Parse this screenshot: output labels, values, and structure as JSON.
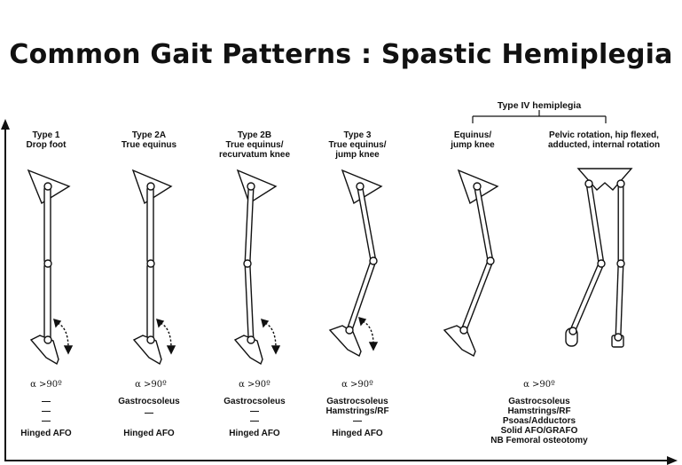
{
  "title": "Common Gait Patterns : Spastic Hemiplegia",
  "group_label": "Type IV hemiplegia",
  "columns": [
    {
      "header": [
        "Type 1",
        "Drop foot"
      ],
      "angle": "α >90º",
      "muscles": [
        "—",
        "—",
        "—"
      ],
      "orthosis": "Hinged AFO"
    },
    {
      "header": [
        "Type 2A",
        "True equinus"
      ],
      "angle": "α >90º",
      "muscles": [
        "Gastrocsoleus",
        "—"
      ],
      "orthosis": "Hinged AFO"
    },
    {
      "header": [
        "Type 2B",
        "True equinus/",
        "recurvatum knee"
      ],
      "angle": "α >90º",
      "muscles": [
        "Gastrocsoleus",
        "—",
        "—"
      ],
      "orthosis": "Hinged AFO"
    },
    {
      "header": [
        "Type 3",
        "True equinus/",
        "jump knee"
      ],
      "angle": "α >90º",
      "muscles": [
        "Gastrocsoleus",
        "Hamstrings/RF",
        "—"
      ],
      "orthosis": "Hinged AFO"
    }
  ],
  "type4": {
    "sub_headers": [
      [
        "Equinus/",
        "jump knee"
      ],
      [
        "Pelvic rotation, hip flexed,",
        "adducted, internal rotation"
      ]
    ],
    "angle": "α >90º",
    "items": [
      "Gastrocsoleus",
      "Hamstrings/RF",
      "Psoas/Adductors",
      "Solid AFO/GRAFO",
      "NB Femoral osteotomy"
    ]
  }
}
